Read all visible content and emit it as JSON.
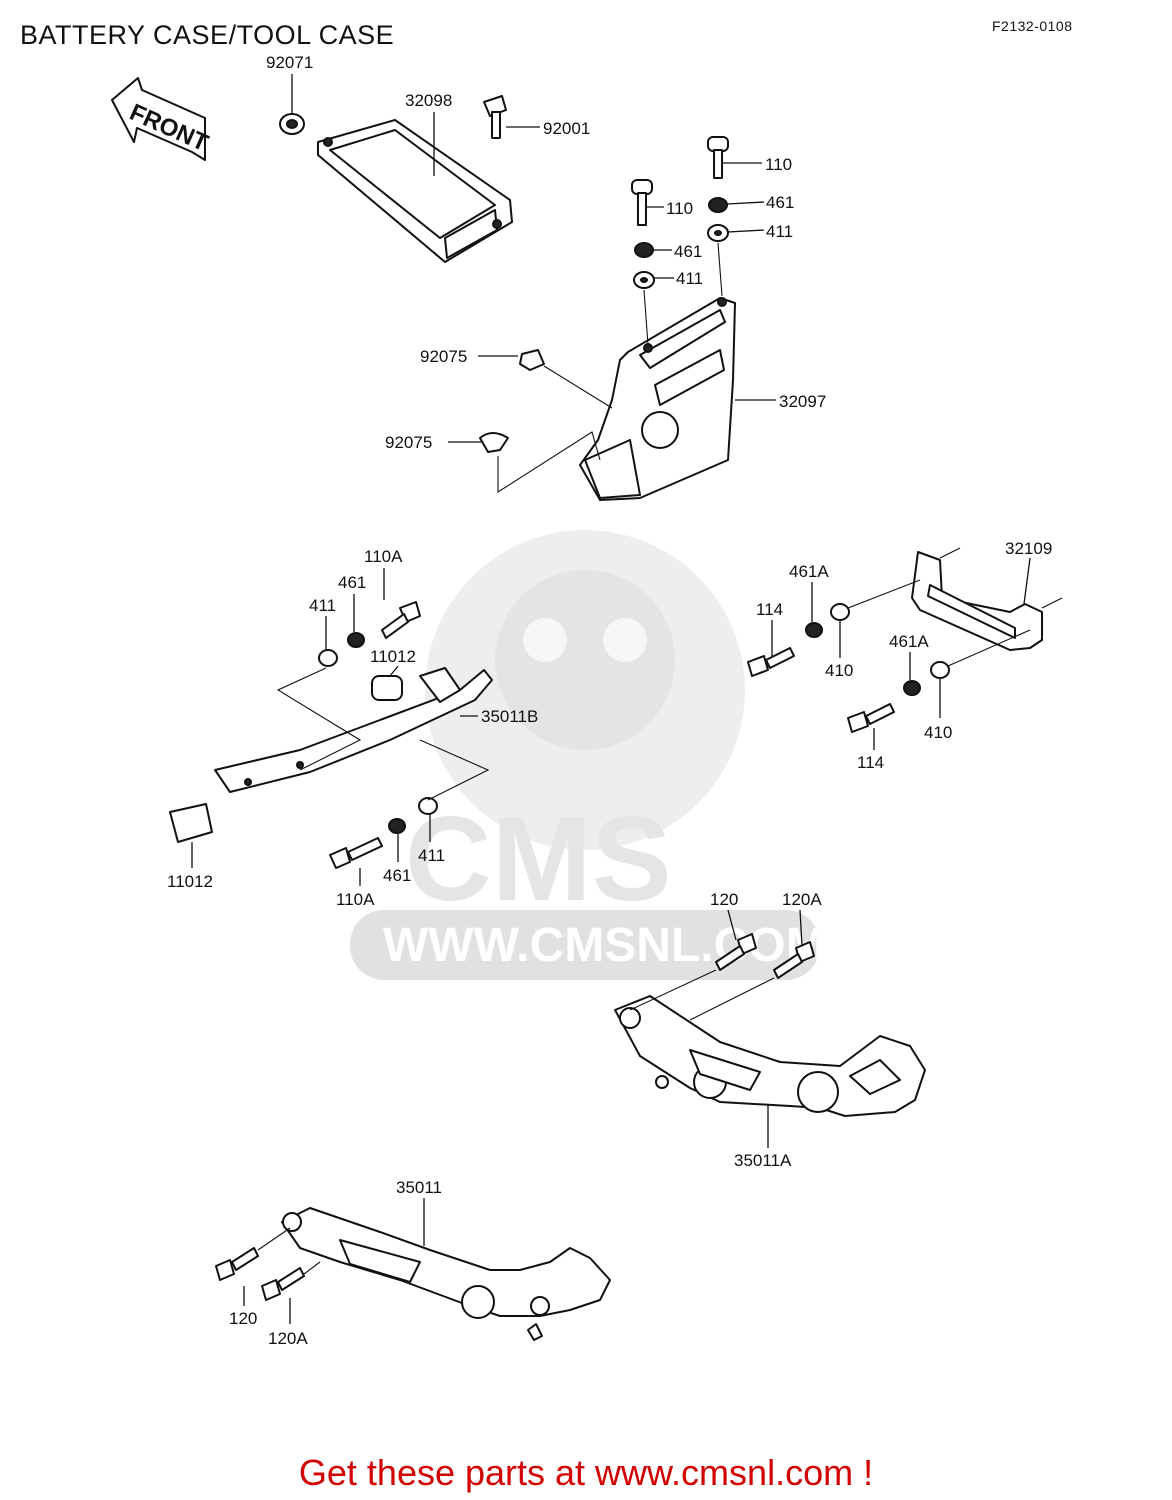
{
  "page": {
    "title": "BATTERY CASE/TOOL CASE",
    "drawing_code": "F2132-0108",
    "front_label": "FRONT",
    "footer_link": "Get these parts at www.cmsnl.com !"
  },
  "watermark": {
    "brand": "CMS",
    "url": "WWW.CMSNL.COM"
  },
  "parts": {
    "p92071": "92071",
    "p32098": "32098",
    "p92001": "92001",
    "p110_a": "110",
    "p110_b": "110",
    "p461_a": "461",
    "p461_b": "461",
    "p411_a": "411",
    "p411_b": "411",
    "p92075_a": "92075",
    "p92075_b": "92075",
    "p32097": "32097",
    "p110A_a": "110A",
    "p461_c": "461",
    "p411_c": "411",
    "p11012_a": "11012",
    "p35011B": "35011B",
    "p11012_b": "11012",
    "p110A_b": "110A",
    "p461_d": "461",
    "p411_d": "411",
    "p32109": "32109",
    "p461A_a": "461A",
    "p114_a": "114",
    "p410_a": "410",
    "p461A_b": "461A",
    "p114_b": "114",
    "p410_b": "410",
    "p120_a": "120",
    "p120A_a": "120A",
    "p35011A": "35011A",
    "p35011": "35011",
    "p120_b": "120",
    "p120A_b": "120A"
  }
}
